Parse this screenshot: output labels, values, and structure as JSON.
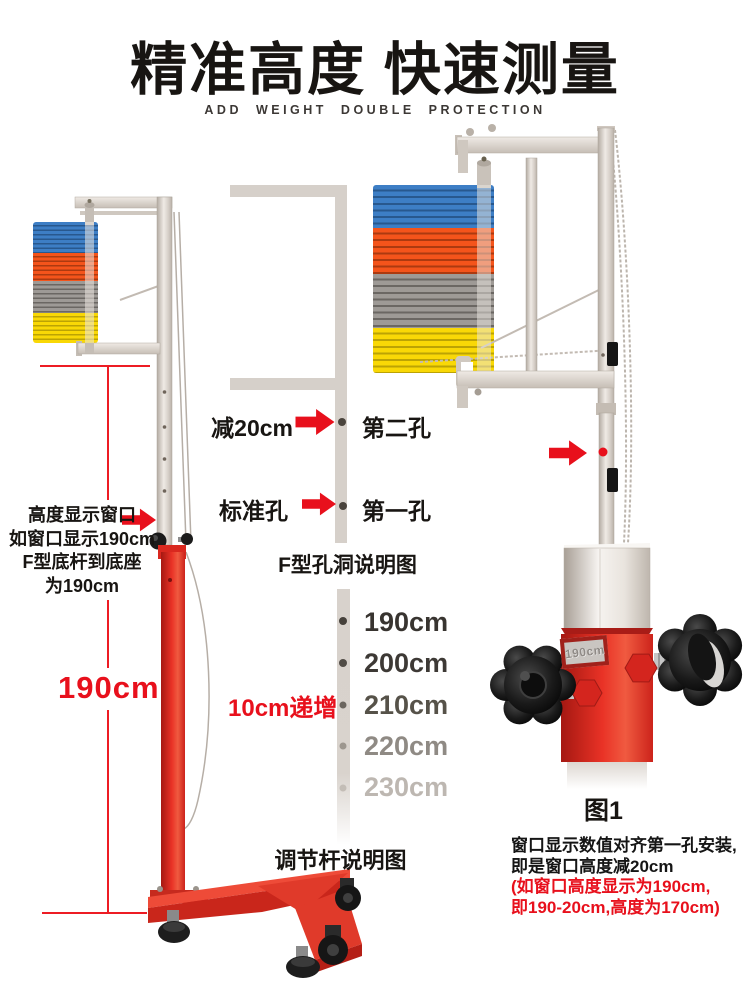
{
  "header": {
    "title": "精准高度 快速测量",
    "subtitle": "ADD WEIGHT DOUBLE PROTECTION"
  },
  "hole_diagram": {
    "row1_label": "减20cm",
    "row1_value": "第二孔",
    "row2_label": "标准孔",
    "row2_value": "第一孔",
    "caption": "F型孔洞说明图"
  },
  "pole_diagram": {
    "increment_label": "10cm递增",
    "heights": [
      "190cm",
      "200cm",
      "210cm",
      "220cm",
      "230cm"
    ],
    "caption": "调节杆说明图"
  },
  "left_annotation": {
    "line1": "高度显示窗口",
    "line2": "如窗口显示190cm",
    "line3": "F型底杆到底座",
    "line4": "为190cm",
    "height_label": "190cm"
  },
  "figure1": {
    "window_value": "190cm",
    "label": "图1",
    "note_black_1": "窗口显示数值对齐第一孔安装,",
    "note_black_2": "即是窗口高度减20cm",
    "note_red_1": "(如窗口高度显示为190cm,",
    "note_red_2": "即190-20cm,高度为170cm)"
  },
  "colors": {
    "accent_red": "#e8101c",
    "fin_blue": "#3d7ec5",
    "fin_orange": "#f4541b",
    "fin_gray": "#9e9a96",
    "fin_yellow": "#f9d806",
    "frame_gray": "#d6d0ca",
    "base_red": "#e03a2a"
  }
}
